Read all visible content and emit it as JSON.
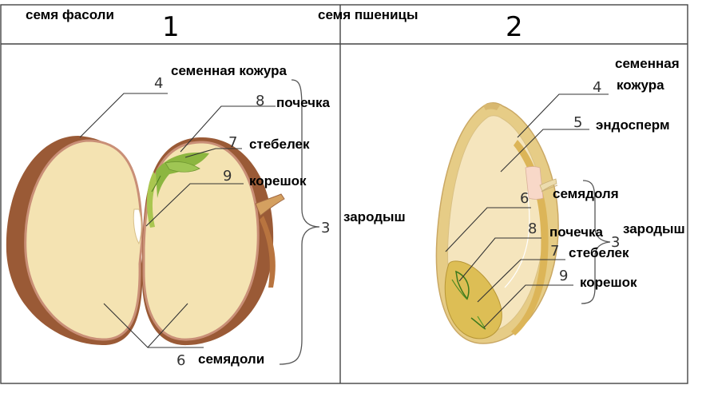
{
  "table": {
    "title_left": "семя  фасоли",
    "number_left": "1",
    "title_right": "семя пшеницы",
    "number_right": "2"
  },
  "bean": {
    "n4": "4",
    "seed_coat": "семенная кожура",
    "n8": "8",
    "bud": "почечка",
    "n7": "7",
    "stem": "стебелек",
    "n9": "9",
    "root": "корешок",
    "n3": "3",
    "embryo": "зародыш",
    "n6": "6",
    "cotyledons": "семядоли"
  },
  "wheat": {
    "seed_coat_1": "семенная",
    "seed_coat_2": "кожура",
    "n4": "4",
    "n5": "5",
    "endosperm": "эндосперм",
    "n6": "6",
    "cotyledon": "семядоля",
    "embryo": "зародыш",
    "n8": "8",
    "bud": "почечка",
    "n3": "3",
    "n7": "7",
    "stem": "стебелек",
    "n9": "9",
    "root": "корешок"
  },
  "colors": {
    "bean_coat": "#9a5a36",
    "bean_flesh": "#f4e3b2",
    "wheat_coat": "#e6cc86",
    "wheat_flesh": "#f5e5bd",
    "germ": "#ddbe55",
    "sprout": "#8cb640"
  }
}
